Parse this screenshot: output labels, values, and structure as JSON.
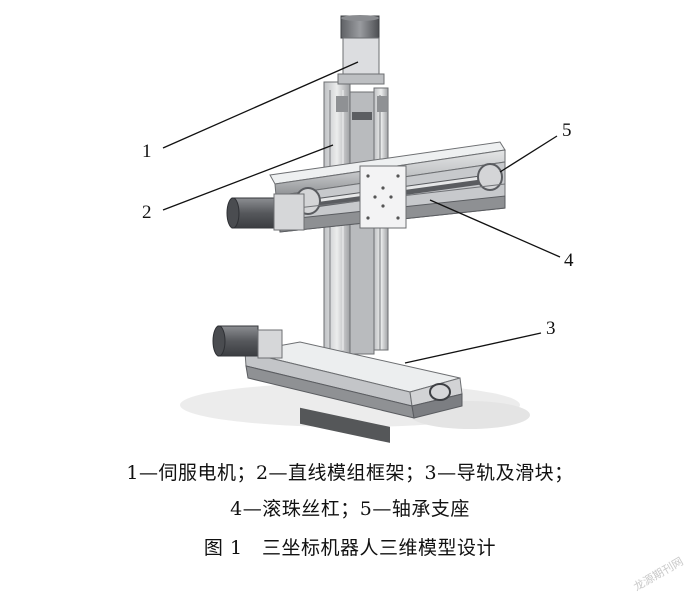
{
  "callouts": {
    "c1": "1",
    "c2": "2",
    "c3": "3",
    "c4": "4",
    "c5": "5"
  },
  "caption": {
    "line1": "1—伺服电机；2—直线模组框架；3—导轨及滑块；",
    "line2": "4—滚珠丝杠；5—轴承支座",
    "line3": "图 1　三坐标机器人三维模型设计"
  },
  "watermark": "龙源期刊网",
  "colors": {
    "metal_light": "#d9dadc",
    "metal_mid": "#a9abae",
    "metal_dark": "#4a4c50",
    "motor": "#6e7074",
    "shadow": "#e9e9e9",
    "leader": "#111111"
  }
}
